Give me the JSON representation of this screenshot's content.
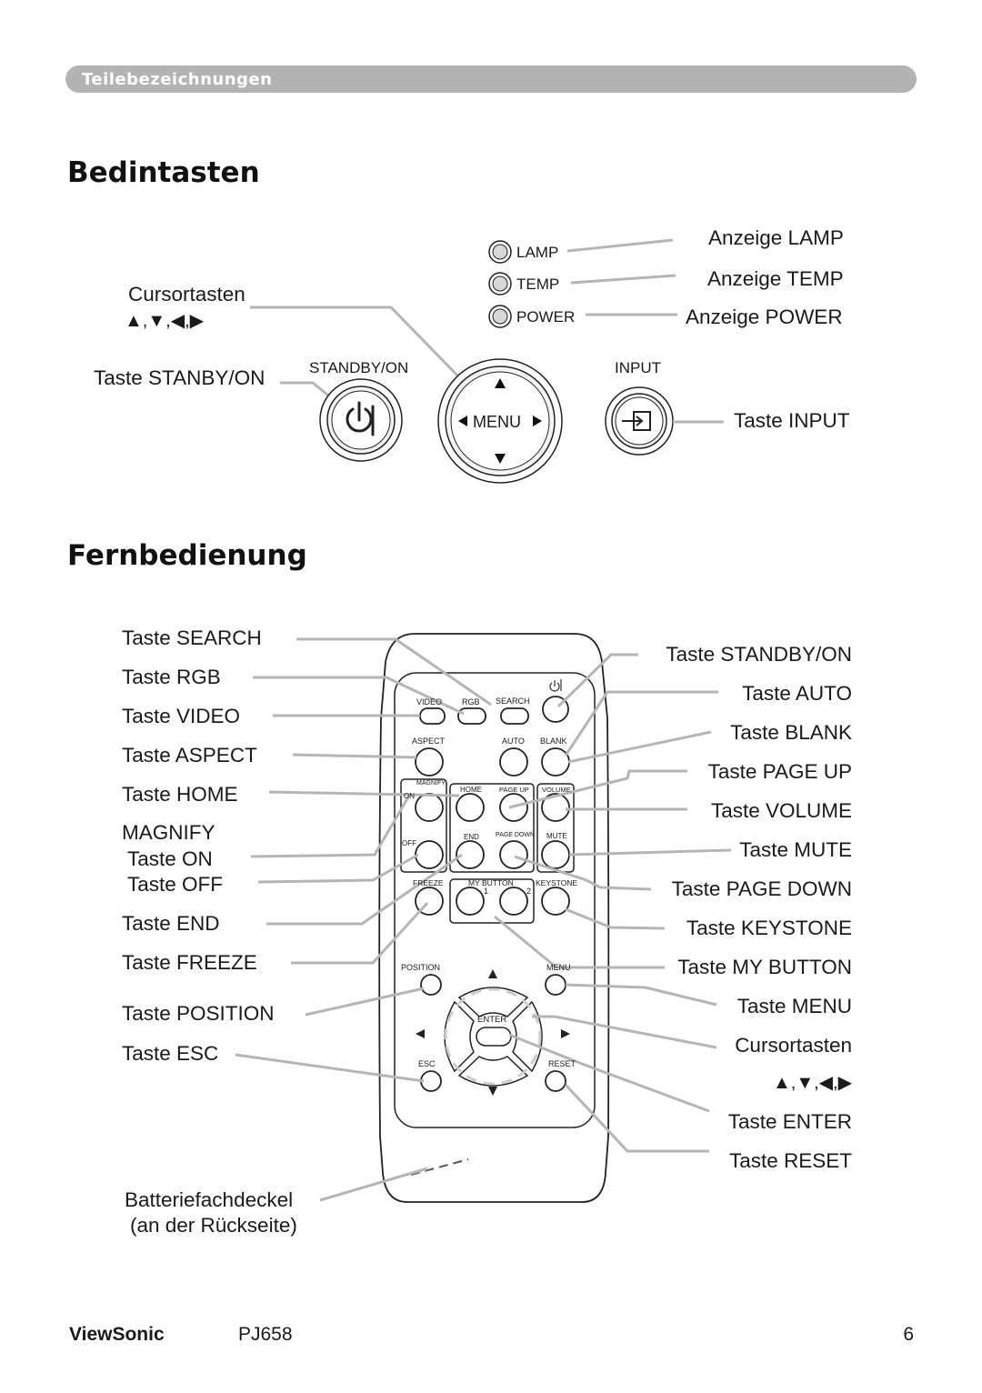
{
  "header": {
    "section": "Teilebezeichnungen"
  },
  "controls": {
    "title": "Bedintasten",
    "indicators": {
      "lamp": "LAMP",
      "temp": "TEMP",
      "power": "POWER",
      "lamp_callout": "Anzeige LAMP",
      "temp_callout": "Anzeige TEMP",
      "power_callout": "Anzeige POWER"
    },
    "cursor_callout": "Cursortasten",
    "cursor_arrows": "▲,▼,◀,▶",
    "standby_callout": "Taste STANBY/ON",
    "standby_label": "STANDBY/ON",
    "menu_label": "MENU",
    "input_label": "INPUT",
    "input_callout": "Taste INPUT"
  },
  "remote": {
    "title": "Fernbedienung",
    "left_callouts": {
      "search": "Taste SEARCH",
      "rgb": "Taste RGB",
      "video": "Taste VIDEO",
      "aspect": "Taste ASPECT",
      "home": "Taste HOME",
      "magnify": "MAGNIFY",
      "on": "Taste ON",
      "off": "Taste OFF",
      "end": "Taste END",
      "freeze": "Taste FREEZE",
      "position": "Taste POSITION",
      "esc": "Taste ESC",
      "battery_1": "Batteriefachdeckel",
      "battery_2": "(an der Rückseite)"
    },
    "right_callouts": {
      "standby": "Taste STANDBY/ON",
      "auto": "Taste AUTO",
      "blank": "Taste BLANK",
      "page_up": "Taste PAGE UP",
      "volume": "Taste VOLUME",
      "mute": "Taste MUTE",
      "page_down": "Taste PAGE DOWN",
      "keystone": "Taste KEYSTONE",
      "my_button": "Taste MY BUTTON",
      "menu": "Taste MENU",
      "cursor": "Cursortasten",
      "cursor_arrows": "▲,▼,◀,▶",
      "enter": "Taste ENTER",
      "reset": "Taste RESET"
    },
    "keys": {
      "video": "VIDEO",
      "rgb": "RGB",
      "search": "SEARCH",
      "aspect": "ASPECT",
      "auto": "AUTO",
      "blank": "BLANK",
      "magnify": "MAGNIFY",
      "on": "ON",
      "off": "OFF",
      "home": "HOME",
      "page_up": "PAGE UP",
      "volume": "VOLUME",
      "end": "END",
      "page_down": "PAGE DOWN",
      "mute": "MUTE",
      "freeze": "FREEZE",
      "my_button": "MY BUTTON",
      "one": "1",
      "two": "2",
      "keystone": "KEYSTONE",
      "position": "POSITION",
      "menu": "MENU",
      "enter": "ENTER",
      "esc": "ESC",
      "reset": "RESET"
    }
  },
  "footer": {
    "brand": "ViewSonic",
    "model": "PJ658",
    "page": "6"
  }
}
